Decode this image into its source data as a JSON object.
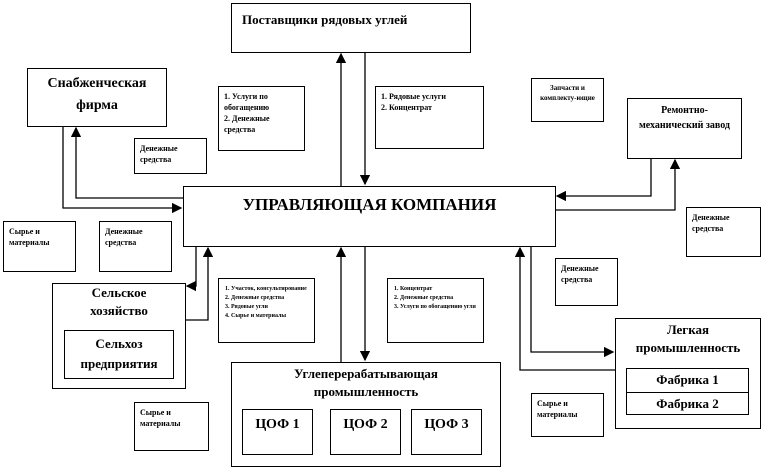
{
  "nodes": {
    "suppliers": "Поставщики рядовых углей",
    "supply_firm": "Снабженческая фирма",
    "repair_plant": "Ремонтно-механический завод",
    "management": "УПРАВЛЯЮЩАЯ КОМПАНИЯ",
    "agriculture": "Сельское хозяйство",
    "agri_enterprises": "Сельхоз предприятия",
    "coal_processing": "Углеперерабатывающая промышленность",
    "cof1": "ЦОФ 1",
    "cof2": "ЦОФ 2",
    "cof3": "ЦОФ 3",
    "light_industry": "Легкая промышленность",
    "factory1": "Фабрика 1",
    "factory2": "Фабрика 2"
  },
  "flows": {
    "enrichment_services_money": "1. Услуги по обогащению\n2. Денежные средства",
    "raw_services_concentrate": "1. Рядовые услуги\n2. Концентрат",
    "spare_parts": "Запчасти и комплекту-ющие",
    "money_supply": "Денежные средства",
    "raw_materials_left": "Сырье и материалы",
    "money_agri": "Денежные средства",
    "money_repair": "Денежные средства",
    "money_light": "Денежные средства",
    "agri_list": "1. Участок, консультирование\n2. Денежные средства\n3. Рядовые угли\n4. Сырье и материалы",
    "coal_list": "1. Концентрат\n2. Денежные средства\n3. Услуги по обогащению угля",
    "raw_materials_bottom": "Сырье и материалы",
    "raw_materials_bottom_right": "Сырье и материалы"
  }
}
